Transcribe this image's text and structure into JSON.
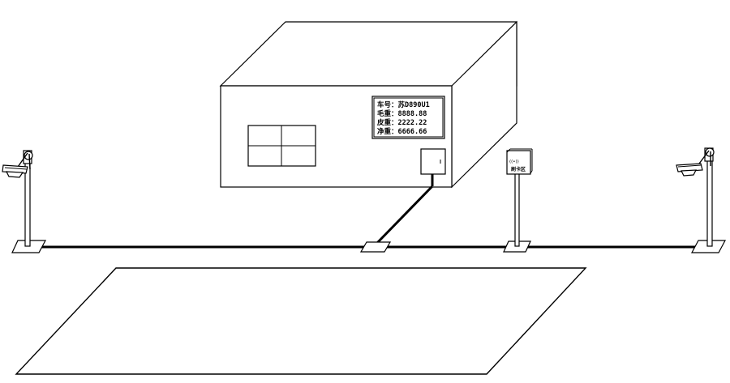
{
  "display_panel": {
    "plate_label": "车号：",
    "plate_value": "苏D890U1",
    "gross_label": "毛重：",
    "gross_value": "8888.88",
    "tare_label": "皮重：",
    "tare_value": "2222.22",
    "net_label": "净重：",
    "net_value": "6666.66"
  },
  "card_reader": {
    "rf_symbol": "((•))",
    "label": "刷卡区"
  },
  "colors": {
    "line": "#000000",
    "background": "#ffffff"
  },
  "icons": [
    "camera-icon",
    "card-reader-icon",
    "weighbridge-building",
    "cable"
  ]
}
